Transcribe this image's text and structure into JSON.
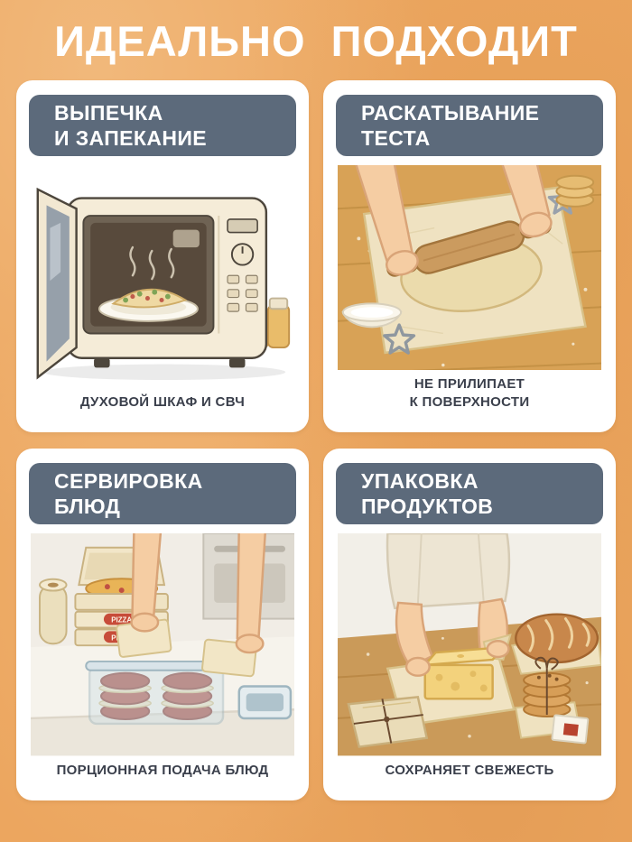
{
  "poster": {
    "title": "ИДЕАЛЬНО ПОДХОДИТ",
    "colors": {
      "background": "#ECA65F",
      "card": "#FFFFFF",
      "header_badge": "#5C6A7B",
      "header_text": "#FFFFFF",
      "caption_text": "#3A3F4B"
    }
  },
  "cards": [
    {
      "title": "ВЫПЕЧКА\nИ ЗАПЕКАНИЕ",
      "caption": "ДУХОВОЙ ШКАФ И СВЧ",
      "illustration": "microwave-oven-with-dish"
    },
    {
      "title": "РАСКАТЫВАНИЕ\nТЕСТА",
      "caption": "НЕ ПРИЛИПАЕТ\nК ПОВЕРХНОСТИ",
      "illustration": "hands-rolling-dough-on-parchment"
    },
    {
      "title": "СЕРВИРОВКА\nБЛЮД",
      "caption": "ПОРЦИОННАЯ ПОДАЧА БЛЮД",
      "illustration": "patties-layered-with-parchment-in-container",
      "pizza_label": "PIZZA"
    },
    {
      "title": "УПАКОВКА\nПРОДУКТОВ",
      "caption": "СОХРАНЯЕТ СВЕЖЕСТЬ",
      "illustration": "wrapping-cheese-bread-cookies-in-parchment"
    }
  ]
}
